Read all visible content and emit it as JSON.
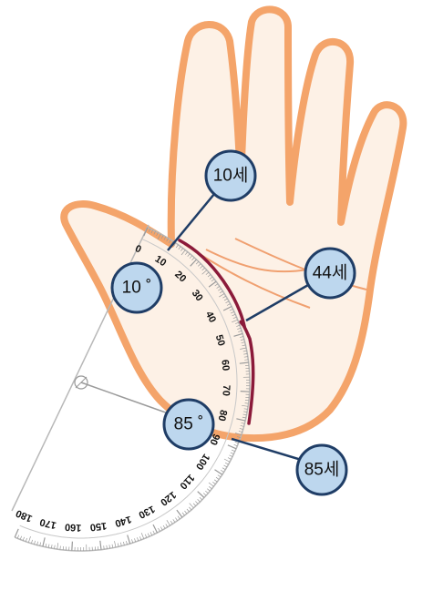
{
  "labels": {
    "age_10": "10세",
    "age_44": "44세",
    "age_85": "85세",
    "angle_10": "10 ˚",
    "angle_85": "85 ˚"
  },
  "protractor": {
    "scale": [
      "0",
      "10",
      "20",
      "30",
      "40",
      "50",
      "60",
      "70",
      "80",
      "90",
      "100",
      "110",
      "120",
      "130",
      "140",
      "150",
      "160",
      "170",
      "180"
    ]
  },
  "colors": {
    "hand_fill": "#fdf1e6",
    "hand_outline": "#f4a46a",
    "crease": "#f0a070",
    "life_line": "#8b1a3a",
    "bubble_fill": "#bdd7ee",
    "bubble_stroke": "#1f3d66",
    "protractor_line": "#b8b8b8"
  }
}
